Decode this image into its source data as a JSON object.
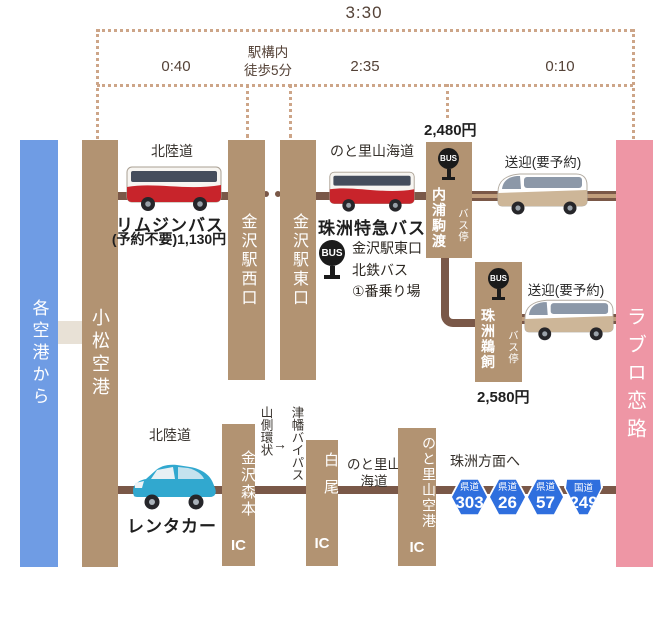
{
  "bracket": {
    "total": "3:30",
    "seg_airport_bus": "0:40",
    "station_walk_line1": "駅構内",
    "station_walk_line2": "徒歩5分",
    "seg_express_bus": "2:35",
    "seg_shuttle": "0:10"
  },
  "left_bars": {
    "from_airports": "各空港から",
    "komatsu_airport": "小松空港"
  },
  "destination": {
    "name": "ラブロ恋路"
  },
  "limousine": {
    "road": "北陸道",
    "name": "リムジンバス",
    "note": "(予約不要)1,130円"
  },
  "stations": {
    "west": "金沢駅西口",
    "east": "金沢駅東口"
  },
  "express": {
    "road": "のと里山海道",
    "name": "珠洲特急バス",
    "boarding_line1": "金沢駅東口",
    "boarding_line2": "北鉄バス",
    "boarding_line3": "①番乗り場"
  },
  "stop_uchiura": {
    "fare": "2,480円",
    "name": "内浦駒渡",
    "label": "バス停"
  },
  "stop_ukai": {
    "fare": "2,580円",
    "name": "珠洲鵜飼",
    "label": "バス停"
  },
  "shuttle": {
    "label": "送迎(要予約)"
  },
  "rental": {
    "road": "北陸道",
    "name": "レンタカー",
    "via_ring": "山側環状",
    "via_arrow": "→",
    "via_bypass": "津幡バイパス",
    "road2_line1": "のと里山",
    "road2_line2": "海道",
    "direction": "珠洲方面へ",
    "ic_morimoto": {
      "name": "金沢森本",
      "suffix": "IC"
    },
    "ic_shiro": {
      "name": "白尾",
      "suffix": "IC"
    },
    "ic_airport": {
      "name": "のと里山空港",
      "suffix": "IC"
    }
  },
  "badges": [
    {
      "type": "県道",
      "num": "303"
    },
    {
      "type": "県道",
      "num": "26"
    },
    {
      "type": "県道",
      "num": "57"
    },
    {
      "type": "国道",
      "num": "249"
    }
  ],
  "bus_sign": {
    "label": "BUS"
  },
  "colors": {
    "bar_tan": "#b29372",
    "bar_blue": "#6f9ce4",
    "bar_pink": "#ee96a5",
    "line_brown": "#7a5848",
    "badge_blue": "#2f6fde",
    "bracket_dots": "#cda588"
  }
}
